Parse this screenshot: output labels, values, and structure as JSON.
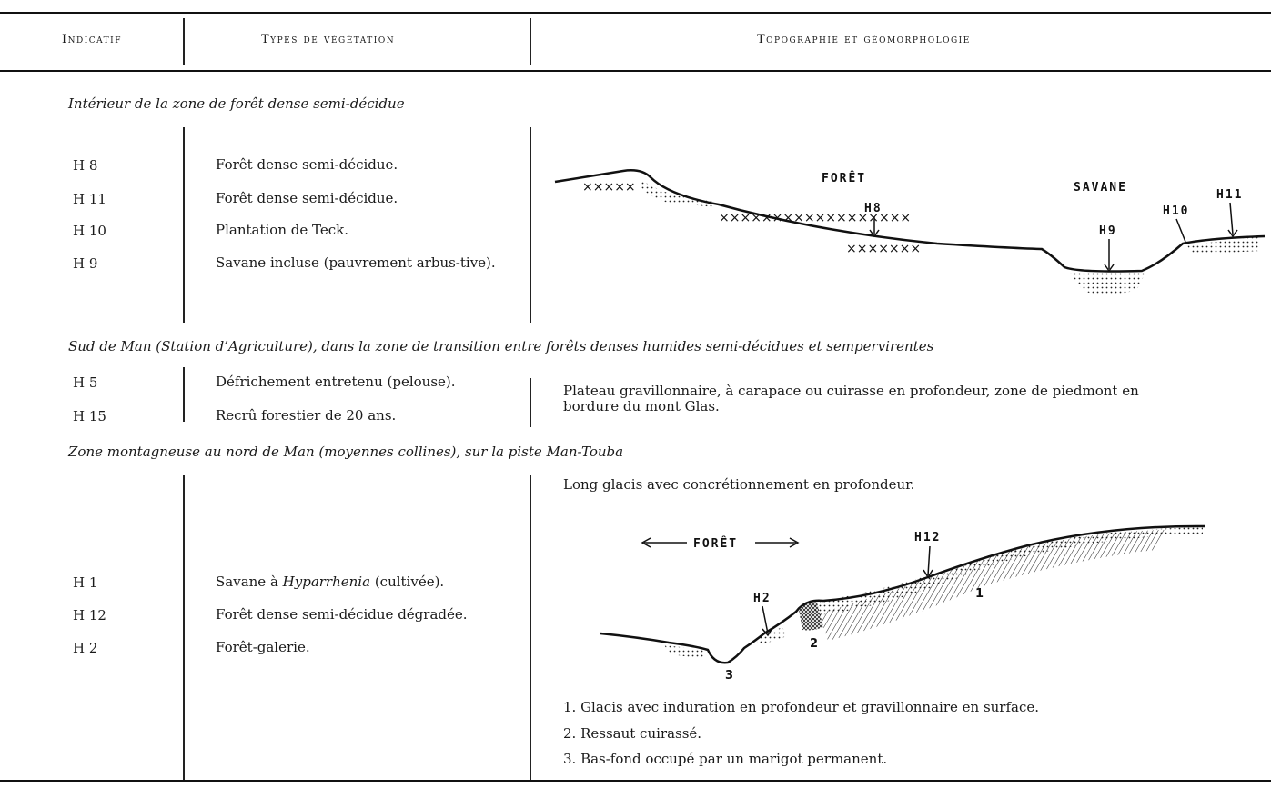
{
  "header": {
    "col1": "Indicatif",
    "col2": "Types de végétation",
    "col3": "Topographie et géomorphologie"
  },
  "section1": {
    "title": "Intérieur de la zone de forêt dense semi-décidue",
    "rows": [
      {
        "code": "H 8",
        "veg": "Forêt dense semi-décidue."
      },
      {
        "code": "H 11",
        "veg": "Forêt dense semi-décidue."
      },
      {
        "code": "H 10",
        "veg": "Plantation de Teck."
      },
      {
        "code": "H 9",
        "veg": "Savane incluse (pauvrement arbus-tive)."
      }
    ],
    "diagram": {
      "foret": "FORÊT",
      "savane": "SAVANE",
      "h8": "H8",
      "h9": "H9",
      "h10": "H10",
      "h11": "H11"
    }
  },
  "section2": {
    "title": "Sud de Man (Station d’Agriculture), dans la zone de transition entre forêts denses humides semi-décidues et sempervirentes",
    "rows": [
      {
        "code": "H 5",
        "veg": "Défrichement entretenu (pelouse)."
      },
      {
        "code": "H 15",
        "veg": "Recrû forestier de 20 ans."
      }
    ],
    "topo_line1": "Plateau gravillonnaire, à carapace ou cuirasse en profondeur, zone de piedmont en",
    "topo_line2": "bordure du mont Glas."
  },
  "section3": {
    "title": "Zone montagneuse au nord de Man (moyennes collines), sur la piste Man-Touba",
    "rows": [
      {
        "code": "H 1",
        "veg_pre": "Savane à ",
        "veg_italic": "Hyparrhenia",
        "veg_post": " (cultivée)."
      },
      {
        "code": "H 12",
        "veg": "Forêt dense semi-décidue dégradée."
      },
      {
        "code": "H 2",
        "veg": "Forêt-galerie."
      }
    ],
    "topo_intro": "Long glacis avec concrétionnement en profondeur.",
    "diagram": {
      "foret": "FORÊT",
      "h12": "H12",
      "h2": "H2",
      "n1": "1",
      "n2": "2",
      "n3": "3"
    },
    "legend": [
      "1. Glacis avec induration en profondeur et gravillonnaire en surface.",
      "2. Ressaut cuirassé.",
      "3. Bas-fond occupé par un marigot permanent."
    ]
  }
}
